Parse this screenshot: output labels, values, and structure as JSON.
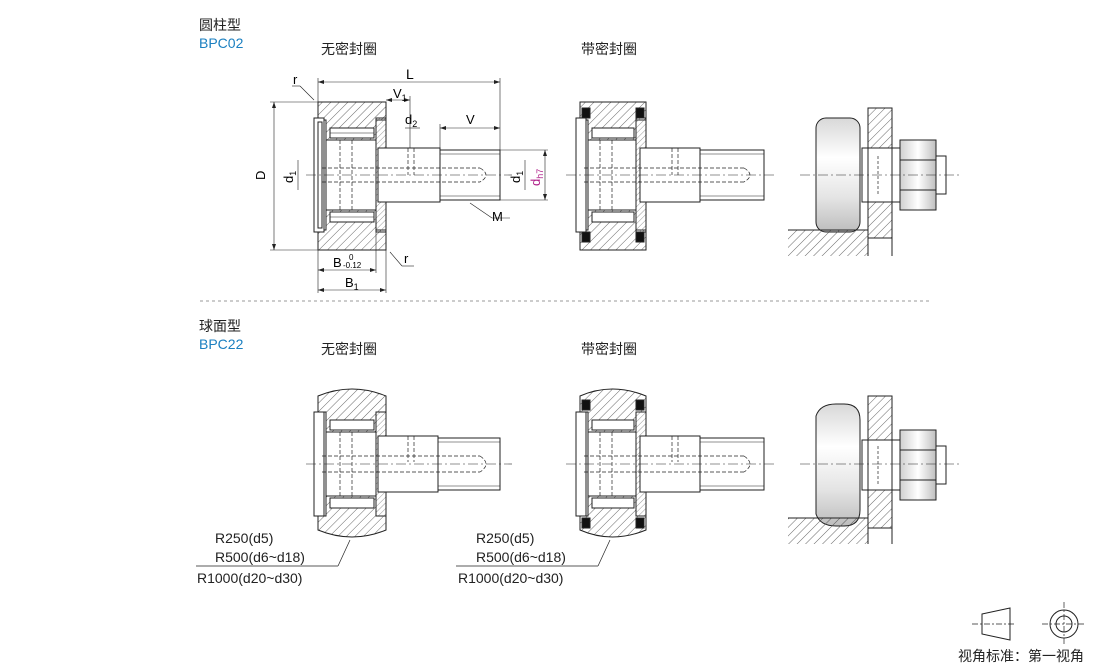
{
  "sections": [
    {
      "type_label": "圆柱型",
      "code": "BPC02",
      "variants": [
        "无密封圈",
        "带密封圈"
      ]
    },
    {
      "type_label": "球面型",
      "code": "BPC22",
      "variants": [
        "无密封圈",
        "带密封圈"
      ]
    }
  ],
  "dimensions": {
    "L": "L",
    "r": "r",
    "V1": "V",
    "V1_sub": "1",
    "d2": "d",
    "d2_sub": "2",
    "V": "V",
    "D": "D",
    "d1": "d",
    "d1_sub": "1",
    "dh7": "d",
    "dh7_sub": "h7",
    "M": "M",
    "B": "B",
    "B_tol_upper": "0",
    "B_tol_lower": "-0.12",
    "B1": "B",
    "B1_sub": "1"
  },
  "radius_notes": [
    "R250(d5)",
    "R500(d6~d18)",
    "R1000(d20~d30)"
  ],
  "projection": {
    "label": "视角标准：第一视角"
  }
}
